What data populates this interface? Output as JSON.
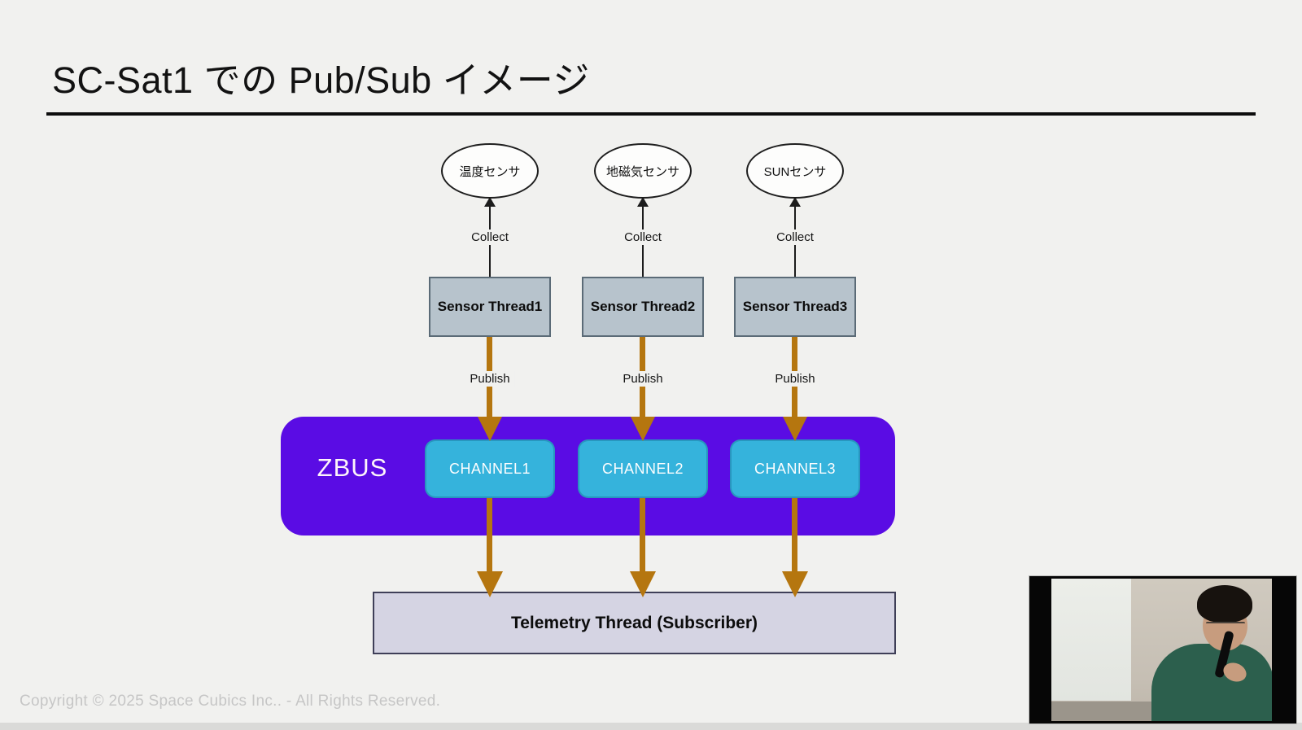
{
  "slide": {
    "title": "SC-Sat1 での Pub/Sub イメージ",
    "copyright": "Copyright © 2025 Space Cubics Inc.. - All Rights Reserved."
  },
  "diagram": {
    "sensors": [
      {
        "label": "温度センサ"
      },
      {
        "label": "地磁気センサ"
      },
      {
        "label": "SUNセンサ"
      }
    ],
    "collect_label": "Collect",
    "publish_label": "Publish",
    "threads": [
      {
        "label": "Sensor Thread1"
      },
      {
        "label": "Sensor Thread2"
      },
      {
        "label": "Sensor Thread3"
      }
    ],
    "bus": {
      "label": "ZBUS",
      "channels": [
        {
          "label": "CHANNEL1"
        },
        {
          "label": "CHANNEL2"
        },
        {
          "label": "CHANNEL3"
        }
      ]
    },
    "subscriber_label": "Telemetry Thread (Subscriber)",
    "colors": {
      "slide-bg": "#f1f1ef",
      "bus-purple": "#5a0ce4",
      "channel-cyan": "#35b3dc",
      "arrow-orange": "#b5760f",
      "thread-gray": "#b7c3cc",
      "subscriber-lavender": "#d5d4e3"
    }
  }
}
